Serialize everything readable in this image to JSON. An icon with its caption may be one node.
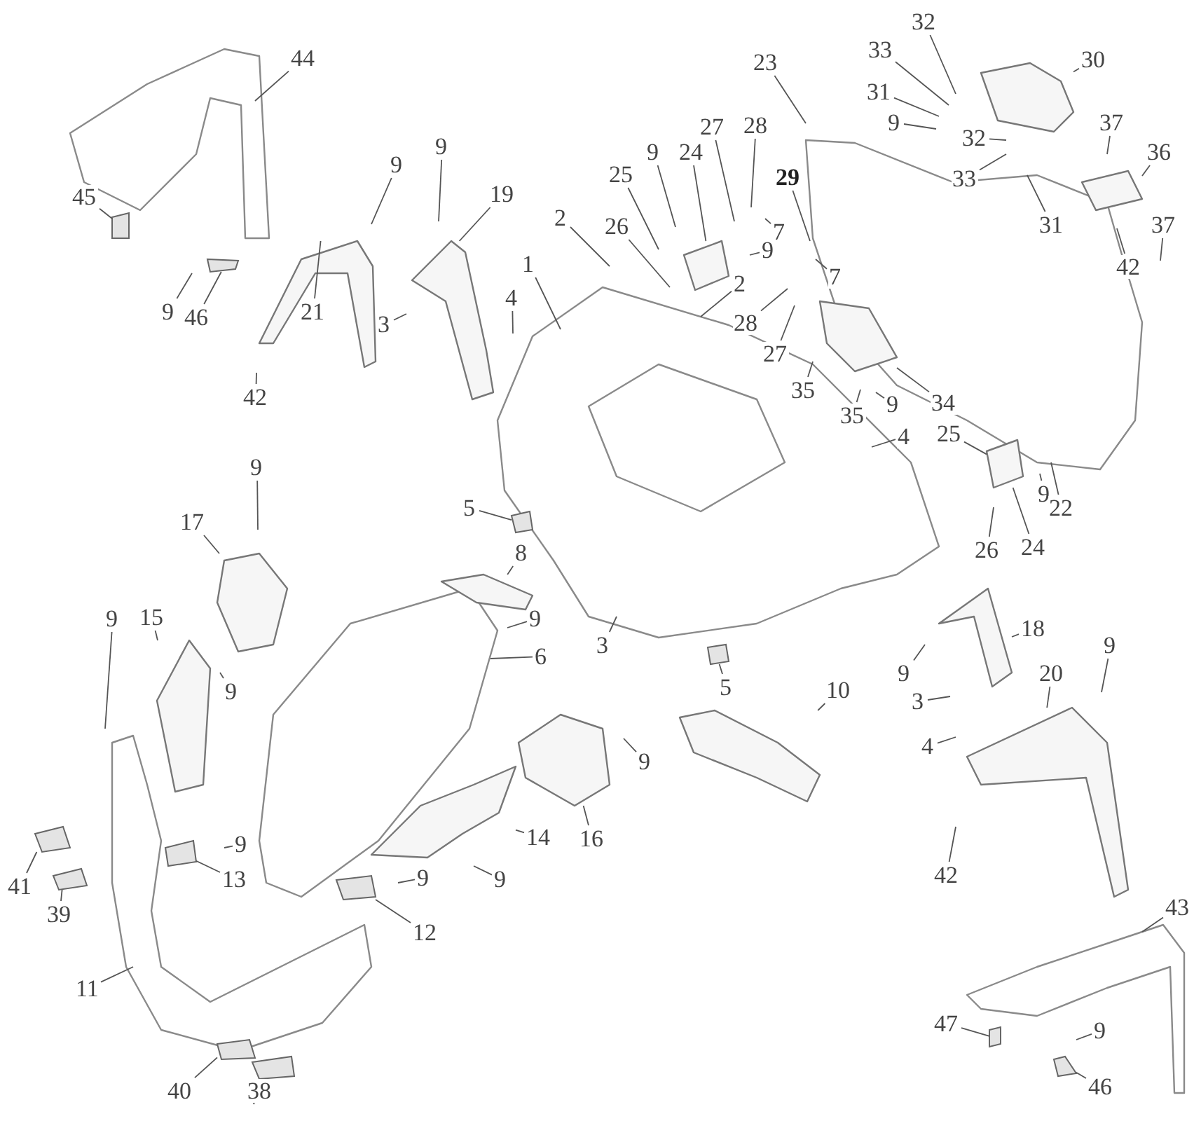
{
  "diagram": {
    "nodes": [
      {
        "text": [
          "32"
        ]
      },
      {
        "text": [
          "30"
        ]
      },
      {
        "text": [
          "44"
        ]
      },
      {
        "text": [
          "23"
        ]
      },
      {
        "text": [
          "33"
        ]
      },
      {
        "text": [
          "31"
        ]
      },
      {
        "text": [
          "9"
        ]
      },
      {
        "text": [
          "37"
        ]
      },
      {
        "text": [
          "27"
        ]
      },
      {
        "text": [
          "28"
        ]
      },
      {
        "text": [
          "32"
        ]
      },
      {
        "text": [
          "9"
        ]
      },
      {
        "text": [
          "9"
        ]
      },
      {
        "text": [
          "24"
        ]
      },
      {
        "text": [
          "36"
        ]
      },
      {
        "text": [
          "9"
        ]
      },
      {
        "text": [
          "25"
        ]
      },
      {
        "text": [
          "29"
        ]
      },
      {
        "text": [
          "33"
        ]
      },
      {
        "text": [
          "19"
        ]
      },
      {
        "text": [
          "45"
        ]
      },
      {
        "text": [
          "2"
        ]
      },
      {
        "text": [
          "31"
        ]
      },
      {
        "text": [
          "37"
        ]
      },
      {
        "text": [
          "26"
        ]
      },
      {
        "text": [
          "7"
        ]
      },
      {
        "text": [
          "9"
        ]
      },
      {
        "text": [
          "42"
        ]
      },
      {
        "text": [
          "1"
        ]
      },
      {
        "text": [
          "7"
        ]
      },
      {
        "text": [
          "2"
        ]
      },
      {
        "text": [
          "4"
        ]
      },
      {
        "text": [
          "21"
        ]
      },
      {
        "text": [
          "9"
        ]
      },
      {
        "text": [
          "46"
        ]
      },
      {
        "text": [
          "28"
        ]
      },
      {
        "text": [
          "3"
        ]
      },
      {
        "text": [
          "27"
        ]
      },
      {
        "text": [
          "35"
        ]
      },
      {
        "text": [
          "42"
        ]
      },
      {
        "text": [
          "9"
        ]
      },
      {
        "text": [
          "34"
        ]
      },
      {
        "text": [
          "35"
        ]
      },
      {
        "text": [
          "4"
        ]
      },
      {
        "text": [
          "25"
        ]
      },
      {
        "text": [
          "9"
        ]
      },
      {
        "text": [
          "9"
        ]
      },
      {
        "text": [
          "5"
        ]
      },
      {
        "text": [
          "22"
        ]
      },
      {
        "text": [
          "17"
        ]
      },
      {
        "text": [
          "24"
        ]
      },
      {
        "text": [
          "26"
        ]
      },
      {
        "text": [
          "8"
        ]
      },
      {
        "text": [
          "9"
        ]
      },
      {
        "text": [
          "9"
        ]
      },
      {
        "text": [
          "15"
        ]
      },
      {
        "text": [
          "3"
        ]
      },
      {
        "text": [
          "18"
        ]
      },
      {
        "text": [
          "9"
        ]
      },
      {
        "text": [
          "6"
        ]
      },
      {
        "text": [
          "9"
        ]
      },
      {
        "text": [
          "20"
        ]
      },
      {
        "text": [
          "3"
        ]
      },
      {
        "text": [
          "5"
        ]
      },
      {
        "text": [
          "9"
        ]
      },
      {
        "text": [
          "10"
        ]
      },
      {
        "text": [
          "4"
        ]
      },
      {
        "text": [
          "9"
        ]
      },
      {
        "text": [
          "14"
        ]
      },
      {
        "text": [
          "16"
        ]
      },
      {
        "text": [
          "9"
        ]
      },
      {
        "text": [
          "9"
        ]
      },
      {
        "text": [
          "13"
        ]
      },
      {
        "text": [
          "42"
        ]
      },
      {
        "text": [
          "9"
        ]
      },
      {
        "text": [
          "41"
        ]
      },
      {
        "text": [
          "43"
        ]
      },
      {
        "text": [
          "39"
        ]
      },
      {
        "text": [
          "12"
        ]
      },
      {
        "text": [
          "11"
        ]
      },
      {
        "text": [
          "47"
        ]
      },
      {
        "text": [
          "9"
        ]
      },
      {
        "text": [
          "46"
        ]
      },
      {
        "text": [
          "40"
        ]
      },
      {
        "text": [
          "38"
        ]
      },
      {
        "text": [],
        "shape": "picture"
      },
      {
        "text": [],
        "shape": "picture"
      },
      {
        "text": [],
        "shape": "picture"
      },
      {
        "text": [],
        "shape": "picture"
      },
      {
        "text": [],
        "shape": "picture"
      },
      {
        "text": [],
        "shape": "picture"
      },
      {
        "text": [],
        "shape": "picture"
      },
      {
        "text": [],
        "shape": "picture"
      },
      {
        "text": [],
        "shape": "picture"
      },
      {
        "text": [],
        "shape": "picture"
      },
      {
        "text": [],
        "shape": "picture"
      },
      {
        "text": [],
        "shape": "picture"
      },
      {
        "text": [],
        "shape": "picture"
      },
      {
        "text": [],
        "shape": "picture"
      },
      {
        "text": [],
        "shape": "picture"
      },
      {
        "text": [],
        "shape": "box"
      },
      {
        "text": [],
        "shape": "box"
      },
      {
        "text": [],
        "shape": "box"
      },
      {
        "text": [],
        "shape": "box"
      },
      {
        "text": [],
        "shape": "box"
      },
      {
        "text": [],
        "shape": "box"
      },
      {
        "text": [],
        "shape": "box"
      },
      {
        "text": [],
        "shape": "box"
      },
      {
        "text": [],
        "shape": "box"
      },
      {
        "text": [],
        "shape": "box"
      },
      {
        "text": [],
        "shape": "box"
      },
      {
        "text": [],
        "shape": "box"
      }
    ],
    "edges": [
      {
        "from": 0,
        "to": null,
        "arrow": "none"
      },
      {
        "from": 1,
        "to": 95,
        "arrow": "none"
      },
      {
        "from": 2,
        "to": null,
        "arrow": "none"
      },
      {
        "from": 3,
        "to": null,
        "arrow": "none"
      },
      {
        "from": 4,
        "to": null,
        "arrow": "none"
      },
      {
        "from": 5,
        "to": null,
        "arrow": "none"
      },
      {
        "from": 6,
        "to": null,
        "arrow": "none"
      },
      {
        "from": 7,
        "to": null,
        "arrow": "none"
      },
      {
        "from": 8,
        "to": null,
        "arrow": "none"
      },
      {
        "from": 9,
        "to": null,
        "arrow": "none"
      },
      {
        "from": 10,
        "to": null,
        "arrow": "none"
      },
      {
        "from": 11,
        "to": null,
        "arrow": "none"
      },
      {
        "from": 12,
        "to": null,
        "arrow": "none"
      },
      {
        "from": 13,
        "to": 97,
        "arrow": "none"
      },
      {
        "from": 14,
        "to": 96,
        "arrow": "none"
      },
      {
        "from": 15,
        "to": null,
        "arrow": "none"
      },
      {
        "from": 16,
        "to": null,
        "arrow": "none"
      },
      {
        "from": 17,
        "to": null,
        "arrow": "none"
      },
      {
        "from": 18,
        "to": null,
        "arrow": "none"
      },
      {
        "from": 19,
        "to": 86,
        "arrow": "none"
      },
      {
        "from": 20,
        "to": 106,
        "arrow": "none"
      },
      {
        "from": 21,
        "to": null,
        "arrow": "none"
      },
      {
        "from": 22,
        "to": null,
        "arrow": "none"
      },
      {
        "from": 23,
        "to": null,
        "arrow": "none"
      },
      {
        "from": 24,
        "to": null,
        "arrow": "none"
      },
      {
        "from": 25,
        "to": null,
        "arrow": "none"
      },
      {
        "from": 26,
        "to": null,
        "arrow": "none"
      },
      {
        "from": 27,
        "to": null,
        "arrow": "none"
      },
      {
        "from": 28,
        "to": null,
        "arrow": "none"
      },
      {
        "from": 29,
        "to": null,
        "arrow": "none"
      },
      {
        "from": 30,
        "to": null,
        "arrow": "none"
      },
      {
        "from": 31,
        "to": null,
        "arrow": "none"
      },
      {
        "from": 32,
        "to": 85,
        "arrow": "none"
      },
      {
        "from": 33,
        "to": null,
        "arrow": "none"
      },
      {
        "from": 34,
        "to": 107,
        "arrow": "none"
      },
      {
        "from": 35,
        "to": null,
        "arrow": "none"
      },
      {
        "from": 36,
        "to": null,
        "arrow": "none"
      },
      {
        "from": 37,
        "to": null,
        "arrow": "none"
      },
      {
        "from": 38,
        "to": null,
        "arrow": "none"
      },
      {
        "from": 39,
        "to": null,
        "arrow": "none"
      },
      {
        "from": 40,
        "to": null,
        "arrow": "none"
      },
      {
        "from": 41,
        "to": 99,
        "arrow": "none"
      },
      {
        "from": 42,
        "to": null,
        "arrow": "none"
      },
      {
        "from": 43,
        "to": null,
        "arrow": "none"
      },
      {
        "from": 44,
        "to": 98,
        "arrow": "none"
      },
      {
        "from": 45,
        "to": null,
        "arrow": "none"
      },
      {
        "from": 46,
        "to": null,
        "arrow": "none"
      },
      {
        "from": 47,
        "to": 110,
        "arrow": "none"
      },
      {
        "from": 48,
        "to": null,
        "arrow": "none"
      },
      {
        "from": 49,
        "to": 91,
        "arrow": "none"
      },
      {
        "from": 50,
        "to": 98,
        "arrow": "none"
      },
      {
        "from": 51,
        "to": null,
        "arrow": "none"
      },
      {
        "from": 52,
        "to": 94,
        "arrow": "none"
      },
      {
        "from": 53,
        "to": null,
        "arrow": "none"
      },
      {
        "from": 54,
        "to": null,
        "arrow": "none"
      },
      {
        "from": 55,
        "to": 89,
        "arrow": "none"
      },
      {
        "from": 56,
        "to": null,
        "arrow": "none"
      },
      {
        "from": 57,
        "to": 87,
        "arrow": "none"
      },
      {
        "from": 58,
        "to": null,
        "arrow": "none"
      },
      {
        "from": 59,
        "to": null,
        "arrow": "none"
      },
      {
        "from": 60,
        "to": null,
        "arrow": "none"
      },
      {
        "from": 61,
        "to": 88,
        "arrow": "none"
      },
      {
        "from": 62,
        "to": null,
        "arrow": "none"
      },
      {
        "from": 63,
        "to": 111,
        "arrow": "none"
      },
      {
        "from": 64,
        "to": null,
        "arrow": "none"
      },
      {
        "from": 65,
        "to": 93,
        "arrow": "none"
      },
      {
        "from": 66,
        "to": null,
        "arrow": "none"
      },
      {
        "from": 67,
        "to": null,
        "arrow": "none"
      },
      {
        "from": 68,
        "to": 90,
        "arrow": "none"
      },
      {
        "from": 69,
        "to": 92,
        "arrow": "none"
      },
      {
        "from": 70,
        "to": null,
        "arrow": "none"
      },
      {
        "from": 71,
        "to": null,
        "arrow": "none"
      },
      {
        "from": 72,
        "to": 104,
        "arrow": "none"
      },
      {
        "from": 73,
        "to": null,
        "arrow": "none"
      },
      {
        "from": 74,
        "to": null,
        "arrow": "none"
      },
      {
        "from": 75,
        "to": 100,
        "arrow": "none"
      },
      {
        "from": 76,
        "to": null,
        "arrow": "none"
      },
      {
        "from": 77,
        "to": 101,
        "arrow": "none"
      },
      {
        "from": 78,
        "to": 105,
        "arrow": "none"
      },
      {
        "from": 79,
        "to": null,
        "arrow": "none"
      },
      {
        "from": 80,
        "to": 108,
        "arrow": "none"
      },
      {
        "from": 81,
        "to": null,
        "arrow": "none"
      },
      {
        "from": 82,
        "to": 109,
        "arrow": "none"
      },
      {
        "from": 83,
        "to": 102,
        "arrow": "none"
      },
      {
        "from": 84,
        "to": 103,
        "arrow": "none"
      }
    ]
  }
}
